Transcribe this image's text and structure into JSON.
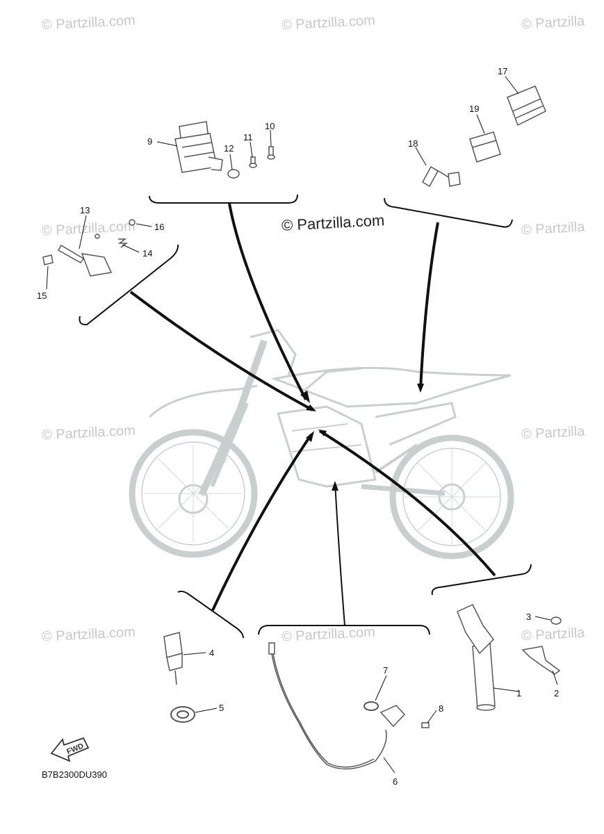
{
  "watermark": "© Partzilla.com",
  "watermark_short": "© Partzilla",
  "watermark_center": "© Partzilla.com",
  "diagram_code": "B7B2300DU390",
  "fwd_label": "FWD",
  "callouts": {
    "c1": "1",
    "c2": "2",
    "c3": "3",
    "c4": "4",
    "c5": "5",
    "c6": "6",
    "c7": "7",
    "c8": "8",
    "c9": "9",
    "c10": "10",
    "c11": "11",
    "c12": "12",
    "c13": "13",
    "c14": "14",
    "c15": "15",
    "c16": "16",
    "c17": "17",
    "c18": "18",
    "c19": "19"
  },
  "colors": {
    "line": "#111111",
    "part": "#555555",
    "ghost": "#c9cfcf",
    "watermark": "#c8c8c8"
  }
}
